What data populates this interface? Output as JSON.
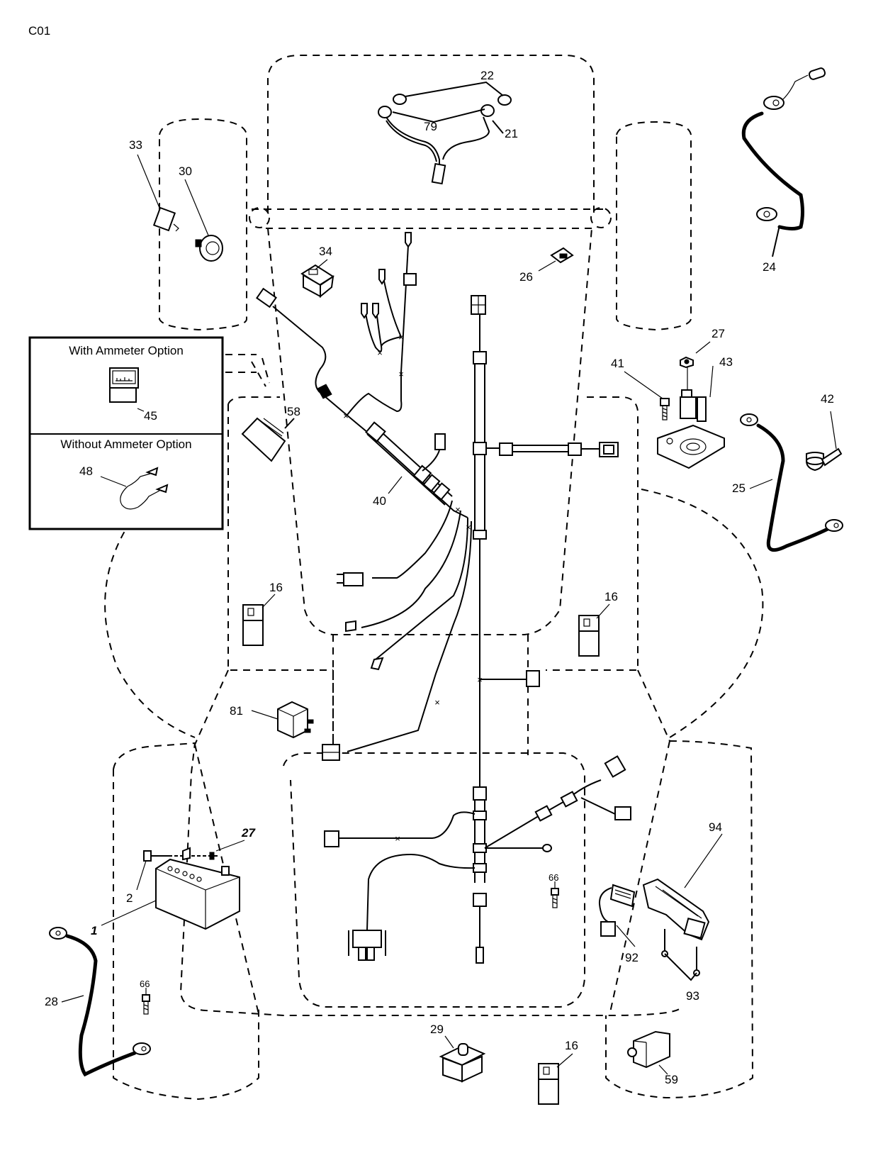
{
  "page": {
    "code": "C01"
  },
  "inset": {
    "with_ammeter_title": "With Ammeter Option",
    "without_ammeter_title": "Without Ammeter Option",
    "with_ammeter_part": "45",
    "without_ammeter_part": "48"
  },
  "callouts": {
    "p1": "1",
    "p2": "2",
    "p16a": "16",
    "p16b": "16",
    "p16c": "16",
    "p21": "21",
    "p22": "22",
    "p24": "24",
    "p25": "25",
    "p26": "26",
    "p27a": "27",
    "p27b": "27",
    "p28": "28",
    "p29": "29",
    "p30": "30",
    "p33": "33",
    "p34": "34",
    "p40": "40",
    "p41": "41",
    "p42": "42",
    "p43": "43",
    "p58": "58",
    "p59": "59",
    "p66a": "66",
    "p66b": "66",
    "p79": "79",
    "p81": "81",
    "p92": "92",
    "p93": "93",
    "p94": "94"
  },
  "parts": [
    {
      "id": "1",
      "icon": "battery-icon"
    },
    {
      "id": "2",
      "icon": "bolt-icon"
    },
    {
      "id": "16",
      "icon": "interlock-switch-icon"
    },
    {
      "id": "21",
      "icon": "headlight-harness-icon"
    },
    {
      "id": "22",
      "icon": "bulb-icon"
    },
    {
      "id": "24",
      "icon": "ground-cable-icon"
    },
    {
      "id": "25",
      "icon": "positive-cable-icon"
    },
    {
      "id": "26",
      "icon": "fuse-icon"
    },
    {
      "id": "27",
      "icon": "nut-icon"
    },
    {
      "id": "28",
      "icon": "battery-cable-icon"
    },
    {
      "id": "29",
      "icon": "plunger-switch-icon"
    },
    {
      "id": "30",
      "icon": "ignition-switch-icon"
    },
    {
      "id": "33",
      "icon": "key-icon"
    },
    {
      "id": "34",
      "icon": "rocker-switch-icon"
    },
    {
      "id": "40",
      "icon": "wire-harness-icon"
    },
    {
      "id": "41",
      "icon": "screw-icon"
    },
    {
      "id": "42",
      "icon": "terminal-boot-icon"
    },
    {
      "id": "43",
      "icon": "solenoid-icon"
    },
    {
      "id": "45",
      "icon": "ammeter-icon"
    },
    {
      "id": "48",
      "icon": "jumper-wire-icon"
    },
    {
      "id": "58",
      "icon": "module-icon"
    },
    {
      "id": "59",
      "icon": "diode-module-icon"
    },
    {
      "id": "66",
      "icon": "screw-icon"
    },
    {
      "id": "79",
      "icon": "lamp-socket-icon"
    },
    {
      "id": "81",
      "icon": "relay-icon"
    },
    {
      "id": "92",
      "icon": "connector-harness-icon"
    },
    {
      "id": "93",
      "icon": "screw-icon"
    },
    {
      "id": "94",
      "icon": "seat-switch-icon"
    }
  ]
}
